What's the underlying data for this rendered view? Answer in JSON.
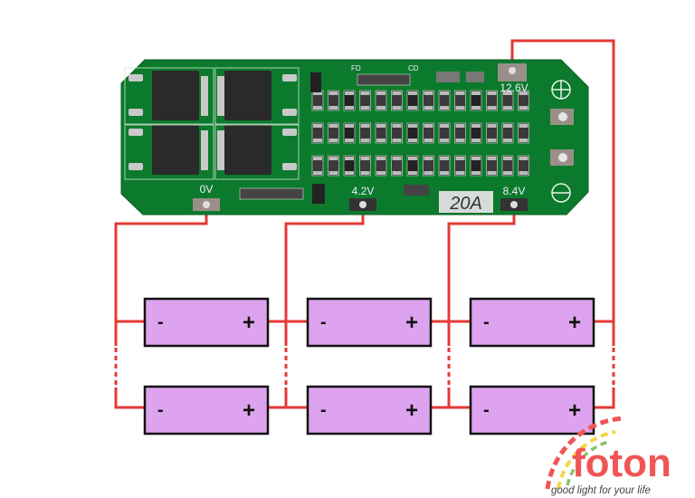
{
  "board": {
    "rating": "20A",
    "pads": {
      "p0": "0V",
      "p1": "4.2V",
      "p2": "8.4V",
      "p3": "12.6V"
    },
    "silk": {
      "fd": "FD",
      "cd": "CD"
    },
    "colors": {
      "pcb": "#0c7a2c",
      "wire": "#e53935"
    }
  },
  "batteries": {
    "minus": "-",
    "plus": "+",
    "color": "#dda3ee",
    "rows": 2,
    "cols": 3
  },
  "logo": {
    "brand": "foton",
    "tagline": "good light for your life"
  }
}
